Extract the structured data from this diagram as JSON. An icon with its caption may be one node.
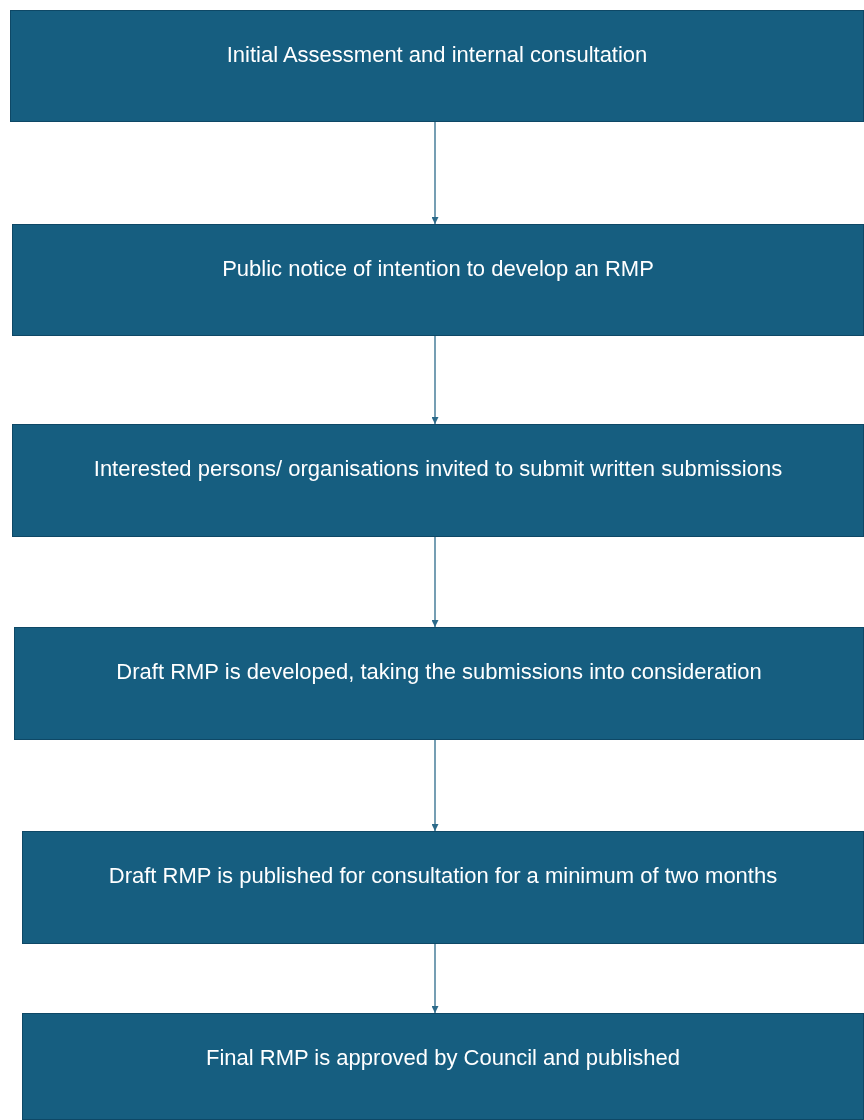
{
  "diagram": {
    "nodes": [
      {
        "text": [
          "Initial Assessment and internal consultation"
        ]
      },
      {
        "text": [
          "Public notice of intention to develop an RMP"
        ]
      },
      {
        "text": [
          "Interested persons/ organisations invited to submit written submissions"
        ]
      },
      {
        "text": [
          "Draft RMP is developed, taking the submissions into consideration"
        ]
      },
      {
        "text": [
          "Draft RMP is published for consultation for a minimum of two months"
        ]
      },
      {
        "text": [
          "Final RMP is approved by Council and published"
        ]
      }
    ],
    "edges": [
      {
        "from": 0,
        "to": 1,
        "arrow": "to"
      },
      {
        "from": 1,
        "to": 2,
        "arrow": "to"
      },
      {
        "from": 2,
        "to": 3,
        "arrow": "to"
      },
      {
        "from": 3,
        "to": 4,
        "arrow": "to"
      },
      {
        "from": 4,
        "to": 5,
        "arrow": "to"
      }
    ]
  }
}
